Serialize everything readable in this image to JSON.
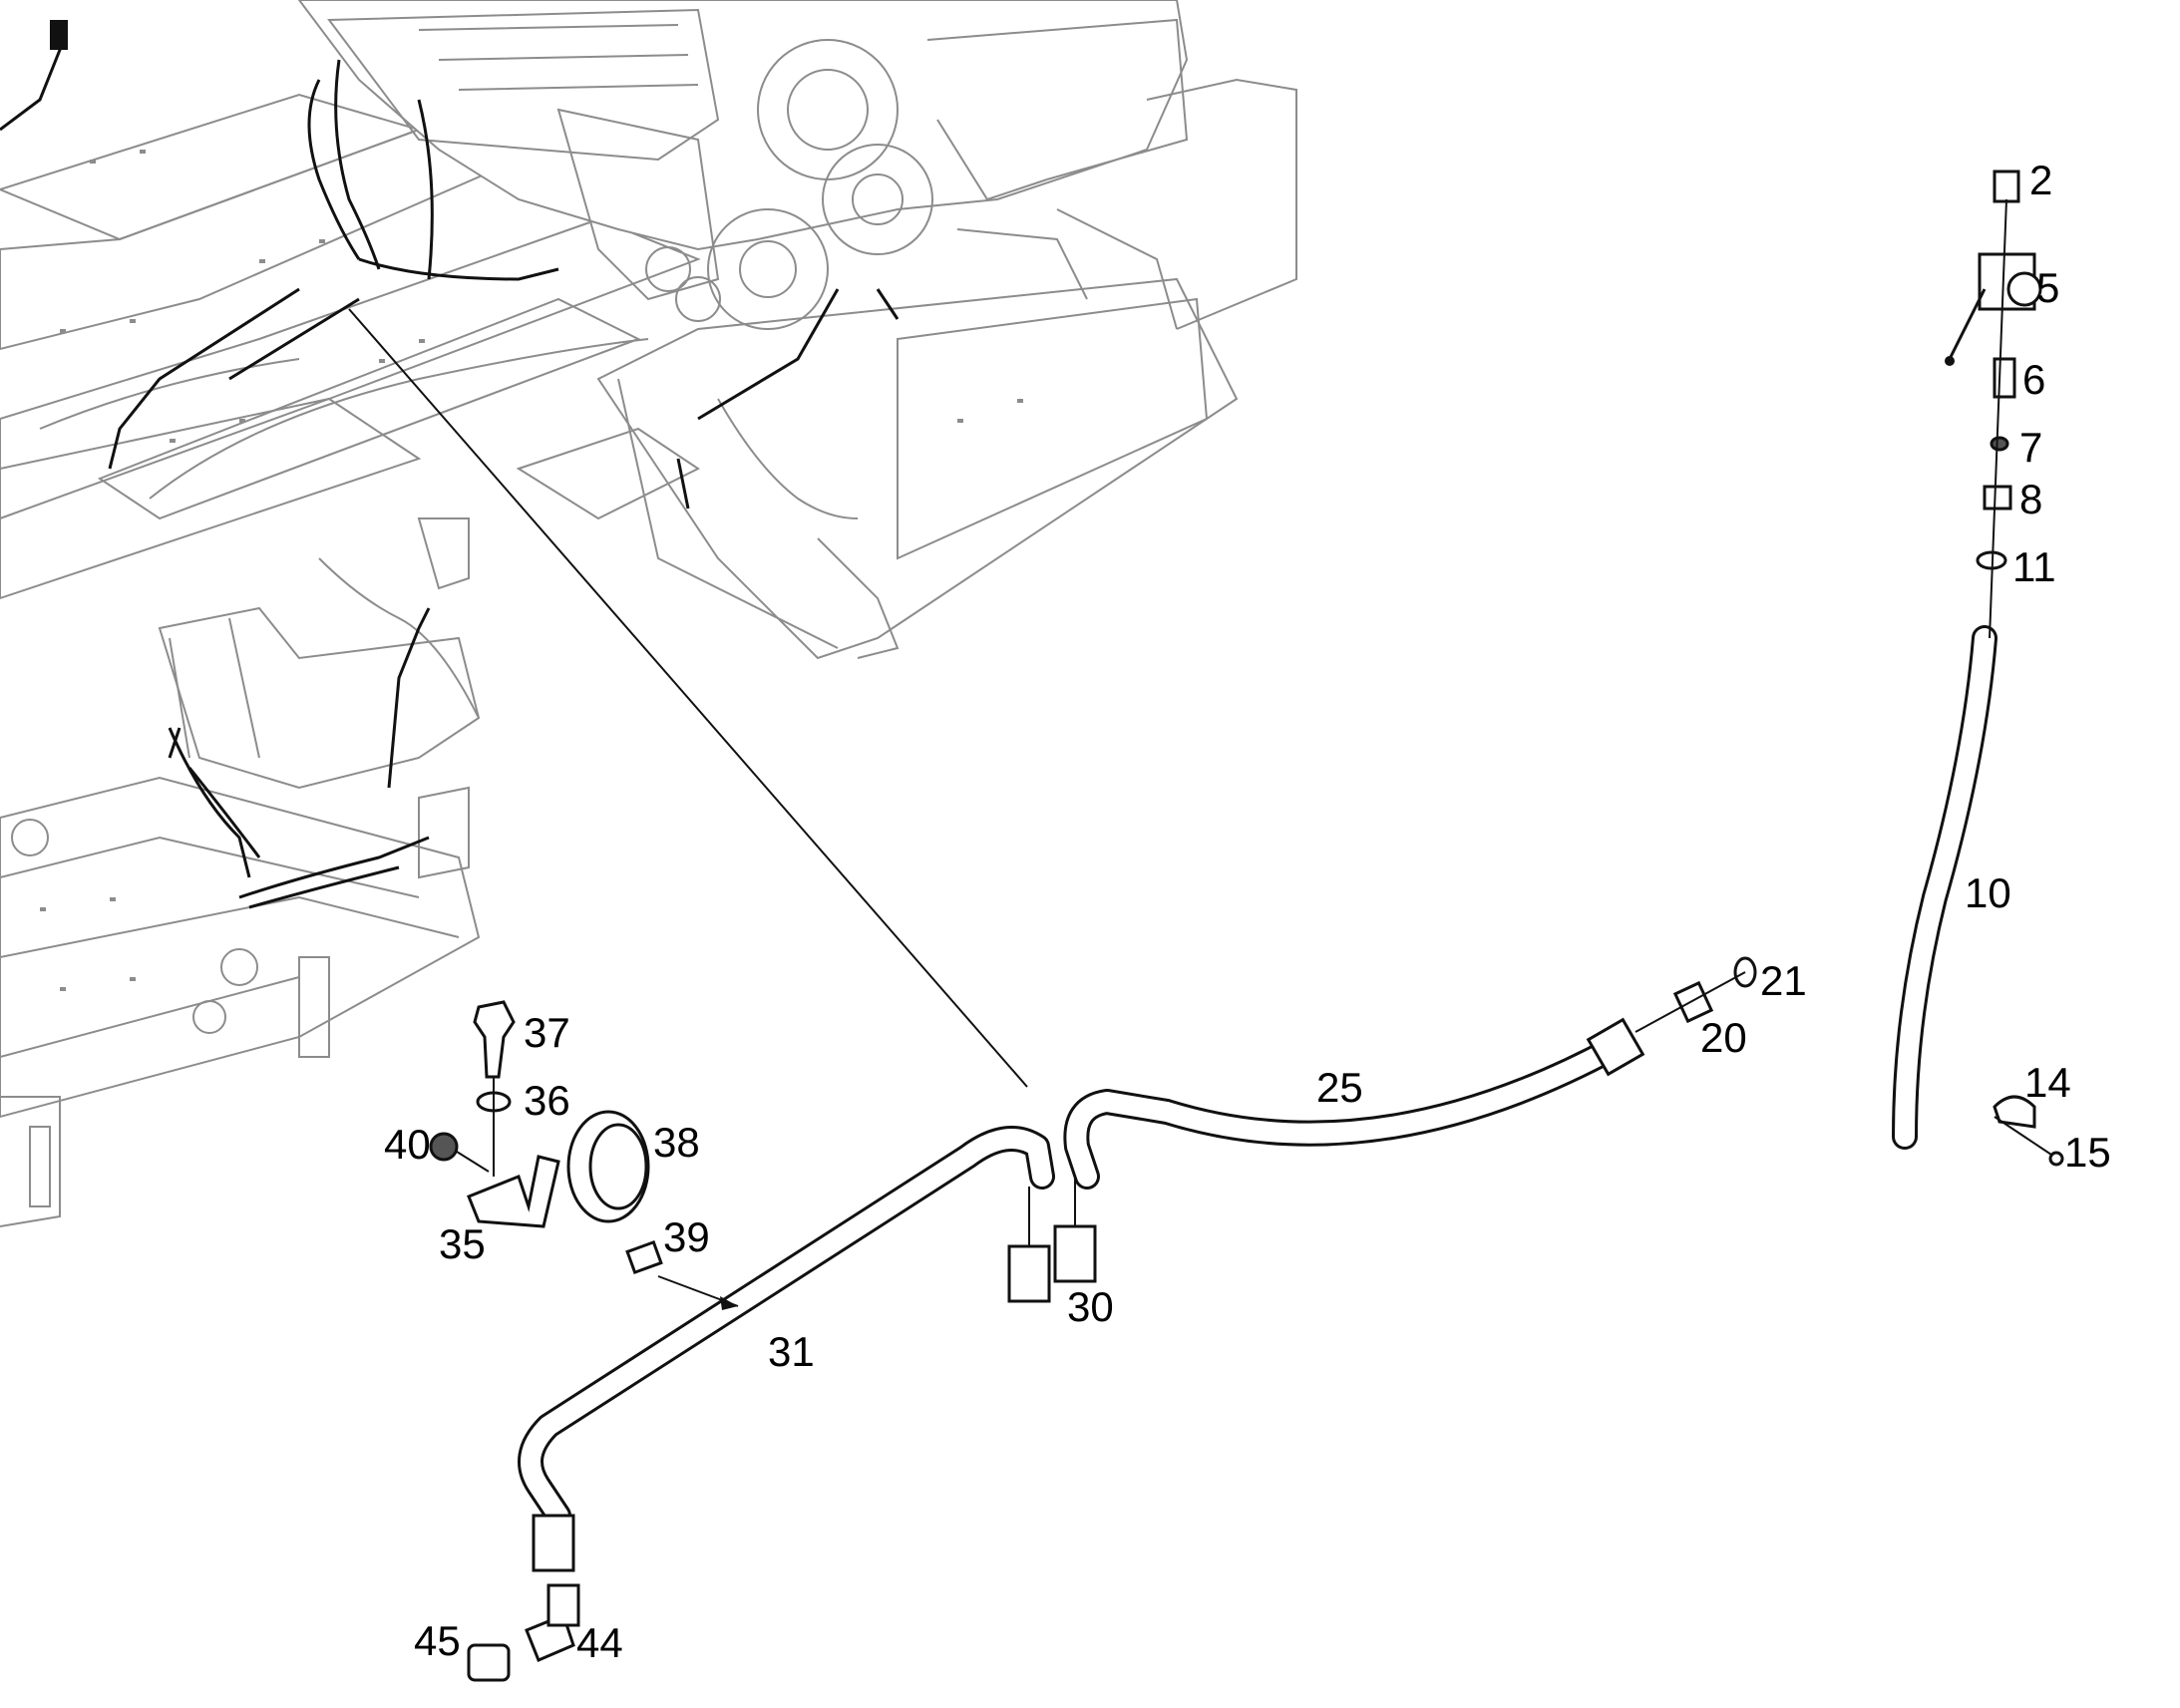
{
  "diagram": {
    "type": "exploded-parts-diagram",
    "callouts": [
      {
        "id": "c2",
        "label": "2"
      },
      {
        "id": "c5",
        "label": "5"
      },
      {
        "id": "c6",
        "label": "6"
      },
      {
        "id": "c7",
        "label": "7"
      },
      {
        "id": "c8",
        "label": "8"
      },
      {
        "id": "c11",
        "label": "11"
      },
      {
        "id": "c10",
        "label": "10"
      },
      {
        "id": "c14",
        "label": "14"
      },
      {
        "id": "c15",
        "label": "15"
      },
      {
        "id": "c21",
        "label": "21"
      },
      {
        "id": "c20",
        "label": "20"
      },
      {
        "id": "c25",
        "label": "25"
      },
      {
        "id": "c30",
        "label": "30"
      },
      {
        "id": "c31",
        "label": "31"
      },
      {
        "id": "c37",
        "label": "37"
      },
      {
        "id": "c36",
        "label": "36"
      },
      {
        "id": "c40",
        "label": "40"
      },
      {
        "id": "c38",
        "label": "38"
      },
      {
        "id": "c35",
        "label": "35"
      },
      {
        "id": "c39",
        "label": "39"
      },
      {
        "id": "c45",
        "label": "45"
      },
      {
        "id": "c44",
        "label": "44"
      }
    ]
  }
}
